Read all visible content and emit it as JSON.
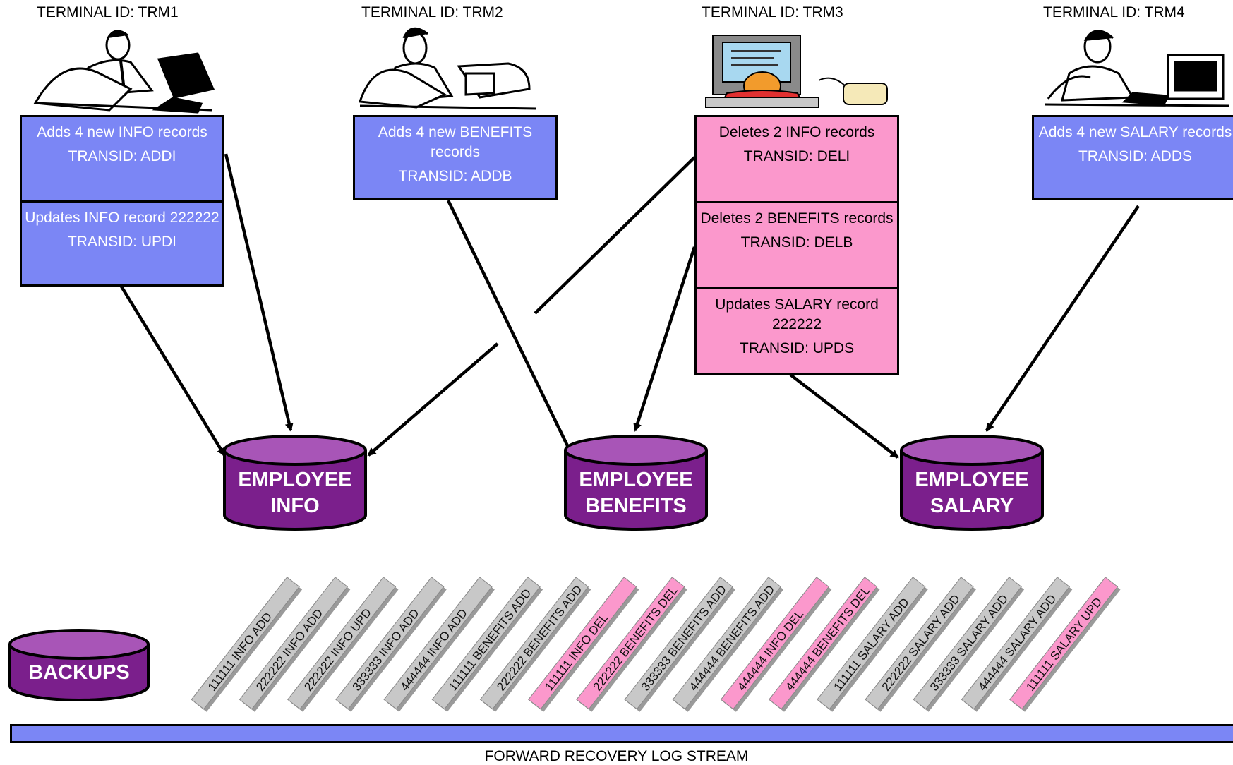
{
  "terminals": [
    {
      "label": "TERMINAL ID: TRM1"
    },
    {
      "label": "TERMINAL ID: TRM2"
    },
    {
      "label": "TERMINAL ID: TRM3"
    },
    {
      "label": "TERMINAL ID: TRM4"
    }
  ],
  "trm1": {
    "t1_desc": "Adds 4 new INFO records",
    "t1_id": "TRANSID: ADDI",
    "t2_desc": "Updates INFO record 222222",
    "t2_id": "TRANSID: UPDI"
  },
  "trm2": {
    "t1_desc": "Adds 4 new BENEFITS records",
    "t1_id": "TRANSID: ADDB"
  },
  "trm3": {
    "t1_desc": "Deletes 2 INFO records",
    "t1_id": "TRANSID: DELI",
    "t2_desc": "Deletes 2 BENEFITS records",
    "t2_id": "TRANSID: DELB",
    "t3_desc": "Updates SALARY record 222222",
    "t3_id": "TRANSID: UPDS"
  },
  "trm4": {
    "t1_desc": "Adds 4 new SALARY records",
    "t1_id": "TRANSID: ADDS"
  },
  "datasets": {
    "info": "EMPLOYEE INFO",
    "benefits": "EMPLOYEE BENEFITS",
    "salary": "EMPLOYEE SALARY",
    "backups": "BACKUPS"
  },
  "log_records": [
    {
      "label": "111111 INFO ADD",
      "type": "normal"
    },
    {
      "label": "222222 INFO ADD",
      "type": "normal"
    },
    {
      "label": "222222 INFO UPD",
      "type": "normal"
    },
    {
      "label": "333333 INFO ADD",
      "type": "normal"
    },
    {
      "label": "444444 INFO ADD",
      "type": "normal"
    },
    {
      "label": "111111 BENEFITS ADD",
      "type": "normal"
    },
    {
      "label": "222222 BENEFITS ADD",
      "type": "normal"
    },
    {
      "label": "111111 INFO DEL",
      "type": "delete"
    },
    {
      "label": "222222 BENEFITS DEL",
      "type": "delete"
    },
    {
      "label": "333333 BENEFITS ADD",
      "type": "normal"
    },
    {
      "label": "444444 BENEFITS ADD",
      "type": "normal"
    },
    {
      "label": "444444 INFO DEL",
      "type": "delete"
    },
    {
      "label": "444444 BENEFITS DEL",
      "type": "delete"
    },
    {
      "label": "111111 SALARY ADD",
      "type": "normal"
    },
    {
      "label": "222222 SALARY ADD",
      "type": "normal"
    },
    {
      "label": "333333 SALARY ADD",
      "type": "normal"
    },
    {
      "label": "444444 SALARY ADD",
      "type": "normal"
    },
    {
      "label": "111111 SALARY UPD",
      "type": "delete"
    }
  ],
  "log_stream_caption": "FORWARD RECOVERY LOG STREAM",
  "colors": {
    "box_blue": "#7b86f5",
    "box_pink": "#fb98cc",
    "dataset_purple": "#7b1f8c",
    "record_gray": "#c8c8c8",
    "record_pink": "#fb98cc"
  },
  "icons": [
    "person-at-terminal-icon",
    "person-at-terminal-icon",
    "child-at-computer-icon",
    "person-on-phone-at-terminal-icon"
  ]
}
